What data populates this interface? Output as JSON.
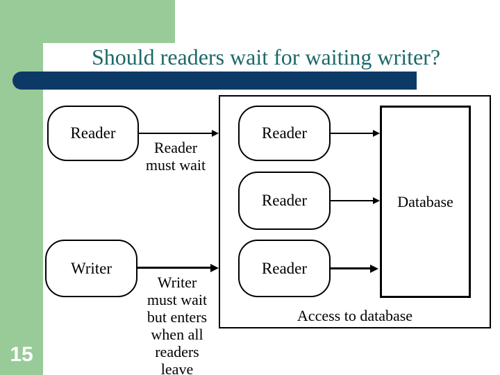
{
  "slide_title": "Should readers wait for waiting writer?",
  "page_number": "15",
  "colors": {
    "sidebar_green": "#99CB99",
    "accent_navy": "#0D3966",
    "title_teal": "#1C6968",
    "diagram_ink": "#000000"
  },
  "diagram": {
    "boxes": {
      "outer_reader": "Reader",
      "outer_writer": "Writer",
      "inner_reader_1": "Reader",
      "inner_reader_2": "Reader",
      "inner_reader_3": "Reader",
      "database": "Database"
    },
    "labels": {
      "reader_wait_lines": [
        "Reader",
        "must wait"
      ],
      "writer_wait_lines": [
        "Writer",
        "must wait",
        "but enters",
        "when all",
        "readers",
        "leave"
      ],
      "access": "Access to database"
    }
  }
}
